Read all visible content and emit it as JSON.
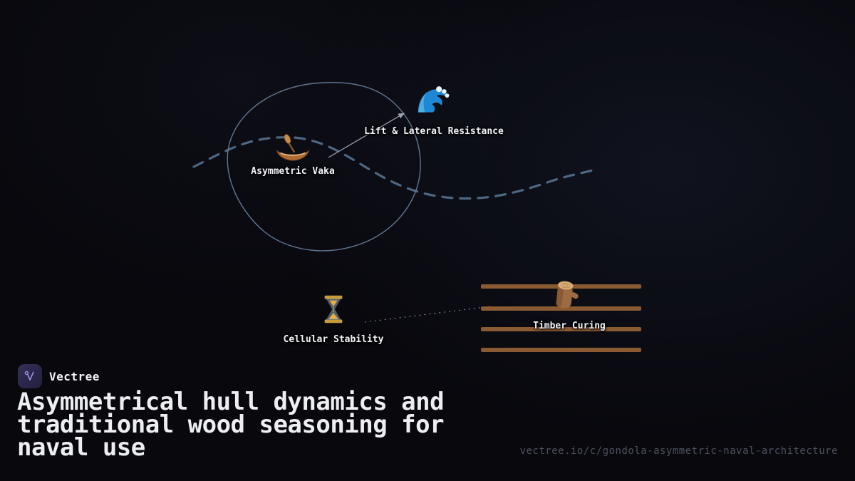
{
  "brand": {
    "name": "Vectree",
    "logo_icon": "vectree-logo-icon"
  },
  "title": {
    "lines": {
      "0": "Asymmetrical hull dynamics and",
      "1": "traditional wood seasoning for",
      "2": "naval use"
    }
  },
  "footer": {
    "url": "vectree.io/c/gondola-asymmetric-naval-architecture"
  },
  "diagram": {
    "nodes": {
      "0": {
        "id": "vaka",
        "label": "Asymmetric Vaka",
        "icon": "canoe-icon"
      },
      "1": {
        "id": "lift",
        "label": "Lift & Lateral Resistance",
        "icon": "wave-icon"
      },
      "2": {
        "id": "cellular",
        "label": "Cellular Stability",
        "icon": "hourglass-icon"
      },
      "3": {
        "id": "timber",
        "label": "Timber Curing",
        "icon": "log-icon"
      }
    },
    "connectors": {
      "arrow": "vaka -> lift",
      "dotted": "cellular -> timber"
    },
    "colors": {
      "hull_outline": "#7e9bbd",
      "waterline_dash": "#5f7e9e",
      "plank": "#8a5a33",
      "background": "#08080d",
      "logo_accent": "#9a8fe0"
    }
  }
}
